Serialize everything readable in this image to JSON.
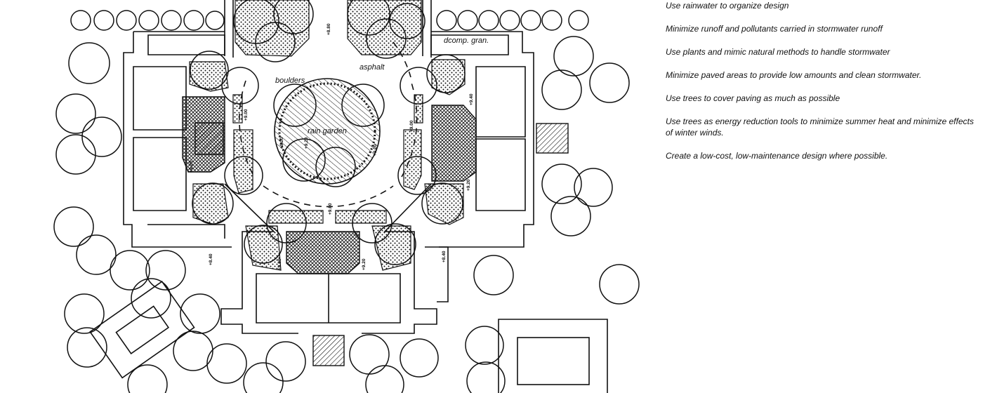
{
  "labels": {
    "dcomp": "dcomp. gran.",
    "asphalt": "asphalt",
    "boulders": "boulders",
    "rain_garden": "rain garden"
  },
  "spot_elevations": [
    "+8.80",
    "+9.00",
    "+9.00",
    "+9.20",
    "+9.20",
    "+9.00",
    "+9.20",
    "+9.40",
    "+9.20",
    "+9.60",
    "+9.20",
    "+9.20",
    "+8.40",
    "+8.40"
  ],
  "notes": [
    "Use rainwater to organize design",
    "Minimize runoff and pollutants carried in stormwater runoff",
    "Use plants and mimic natural methods to handle stormwater",
    "Minimize paved areas to provide low amounts and clean stormwater.",
    "Use trees to cover paving as much as possible",
    "Use trees as energy reduction tools to minimize summer heat and minimize effects of winter winds.",
    "Create a low-cost, low-maintenance design where possible."
  ]
}
